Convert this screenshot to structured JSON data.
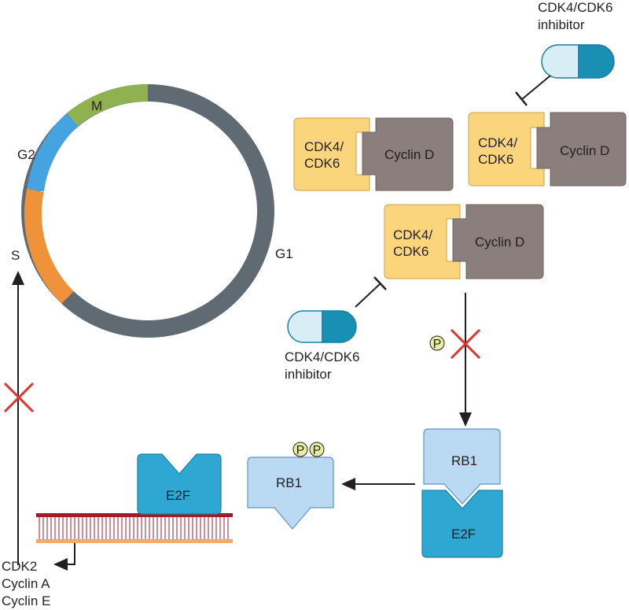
{
  "colors": {
    "g1": "#5f6a72",
    "s": "#f0923a",
    "g2": "#45a4df",
    "m": "#8fb14f",
    "cdk_fill": "#fbd57c",
    "cyclin_fill": "#8a7f7c",
    "e2f_fill": "#2ea7d2",
    "rb1_fill": "#b9daf2",
    "phospho_fill": "#e7ef9f",
    "inhibit_cross": "#e0312a",
    "dna_top": "#a01c2a",
    "dna_bottom": "#f5a96a",
    "pill_light": "#d8eef7",
    "pill_dark": "#1a8fb4",
    "line": "#231f20"
  },
  "cycle": {
    "phase_g1": "G1",
    "phase_s": "S",
    "phase_g2": "G2",
    "phase_m": "M"
  },
  "complexes": {
    "cdk_label_line1": "CDK4/",
    "cdk_label_line2": "CDK6",
    "cyclin_label": "Cyclin D"
  },
  "inhibitor": {
    "label_line1": "CDK4/CDK6",
    "label_line2": "inhibitor"
  },
  "phospho": {
    "symbol": "P"
  },
  "proteins": {
    "rb1": "RB1",
    "e2f": "E2F"
  },
  "targets": {
    "line1": "CDK2",
    "line2": "Cyclin A",
    "line3": "Cyclin E"
  }
}
